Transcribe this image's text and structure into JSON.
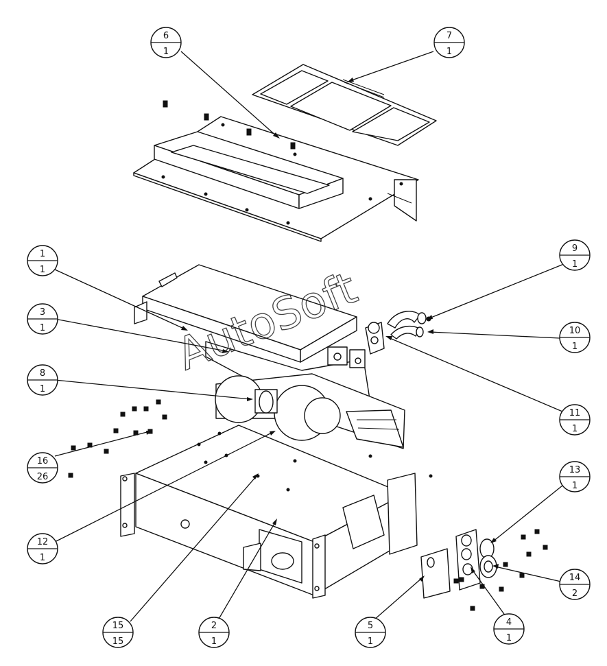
{
  "watermark": "AutoSoft",
  "callouts": [
    {
      "id": "c6",
      "item": "6",
      "qty": "1"
    },
    {
      "id": "c7",
      "item": "7",
      "qty": "1"
    },
    {
      "id": "c1",
      "item": "1",
      "qty": "1"
    },
    {
      "id": "c3",
      "item": "3",
      "qty": "1"
    },
    {
      "id": "c8",
      "item": "8",
      "qty": "1"
    },
    {
      "id": "c16",
      "item": "16",
      "qty": "26"
    },
    {
      "id": "c12",
      "item": "12",
      "qty": "1"
    },
    {
      "id": "c15",
      "item": "15",
      "qty": "15"
    },
    {
      "id": "c2",
      "item": "2",
      "qty": "1"
    },
    {
      "id": "c9",
      "item": "9",
      "qty": "1"
    },
    {
      "id": "c10",
      "item": "10",
      "qty": "1"
    },
    {
      "id": "c11",
      "item": "11",
      "qty": "1"
    },
    {
      "id": "c13",
      "item": "13",
      "qty": "1"
    },
    {
      "id": "c14",
      "item": "14",
      "qty": "2"
    },
    {
      "id": "c5",
      "item": "5",
      "qty": "1"
    },
    {
      "id": "c4",
      "item": "4",
      "qty": "1"
    }
  ]
}
